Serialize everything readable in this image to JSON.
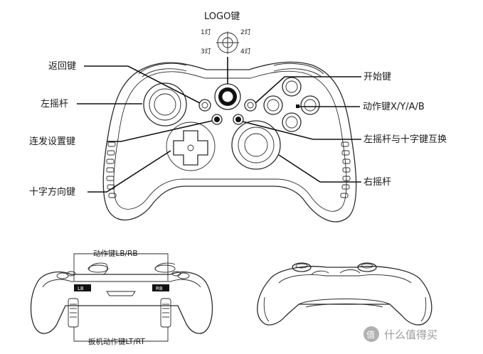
{
  "labels": {
    "logo_key": "LOGO键",
    "light1": "1灯",
    "light2": "2灯",
    "light3": "3灯",
    "light4": "4灯",
    "back_key": "返回键",
    "left_stick": "左摇杆",
    "turbo_key": "连发设置键",
    "dpad_key": "十字方向键",
    "start_key": "开始键",
    "action_xyab": "动作键X/Y/A/B",
    "swap_key": "左摇杆与十字键互换",
    "right_stick": "右摇杆",
    "lb_rb": "动作键LB/RB",
    "lt_rt": "扳机动作键LT/RT",
    "lb_tag": "LB",
    "rb_tag": "RB"
  },
  "watermark": {
    "icon_glyph": "值",
    "text": "什么值得买"
  }
}
